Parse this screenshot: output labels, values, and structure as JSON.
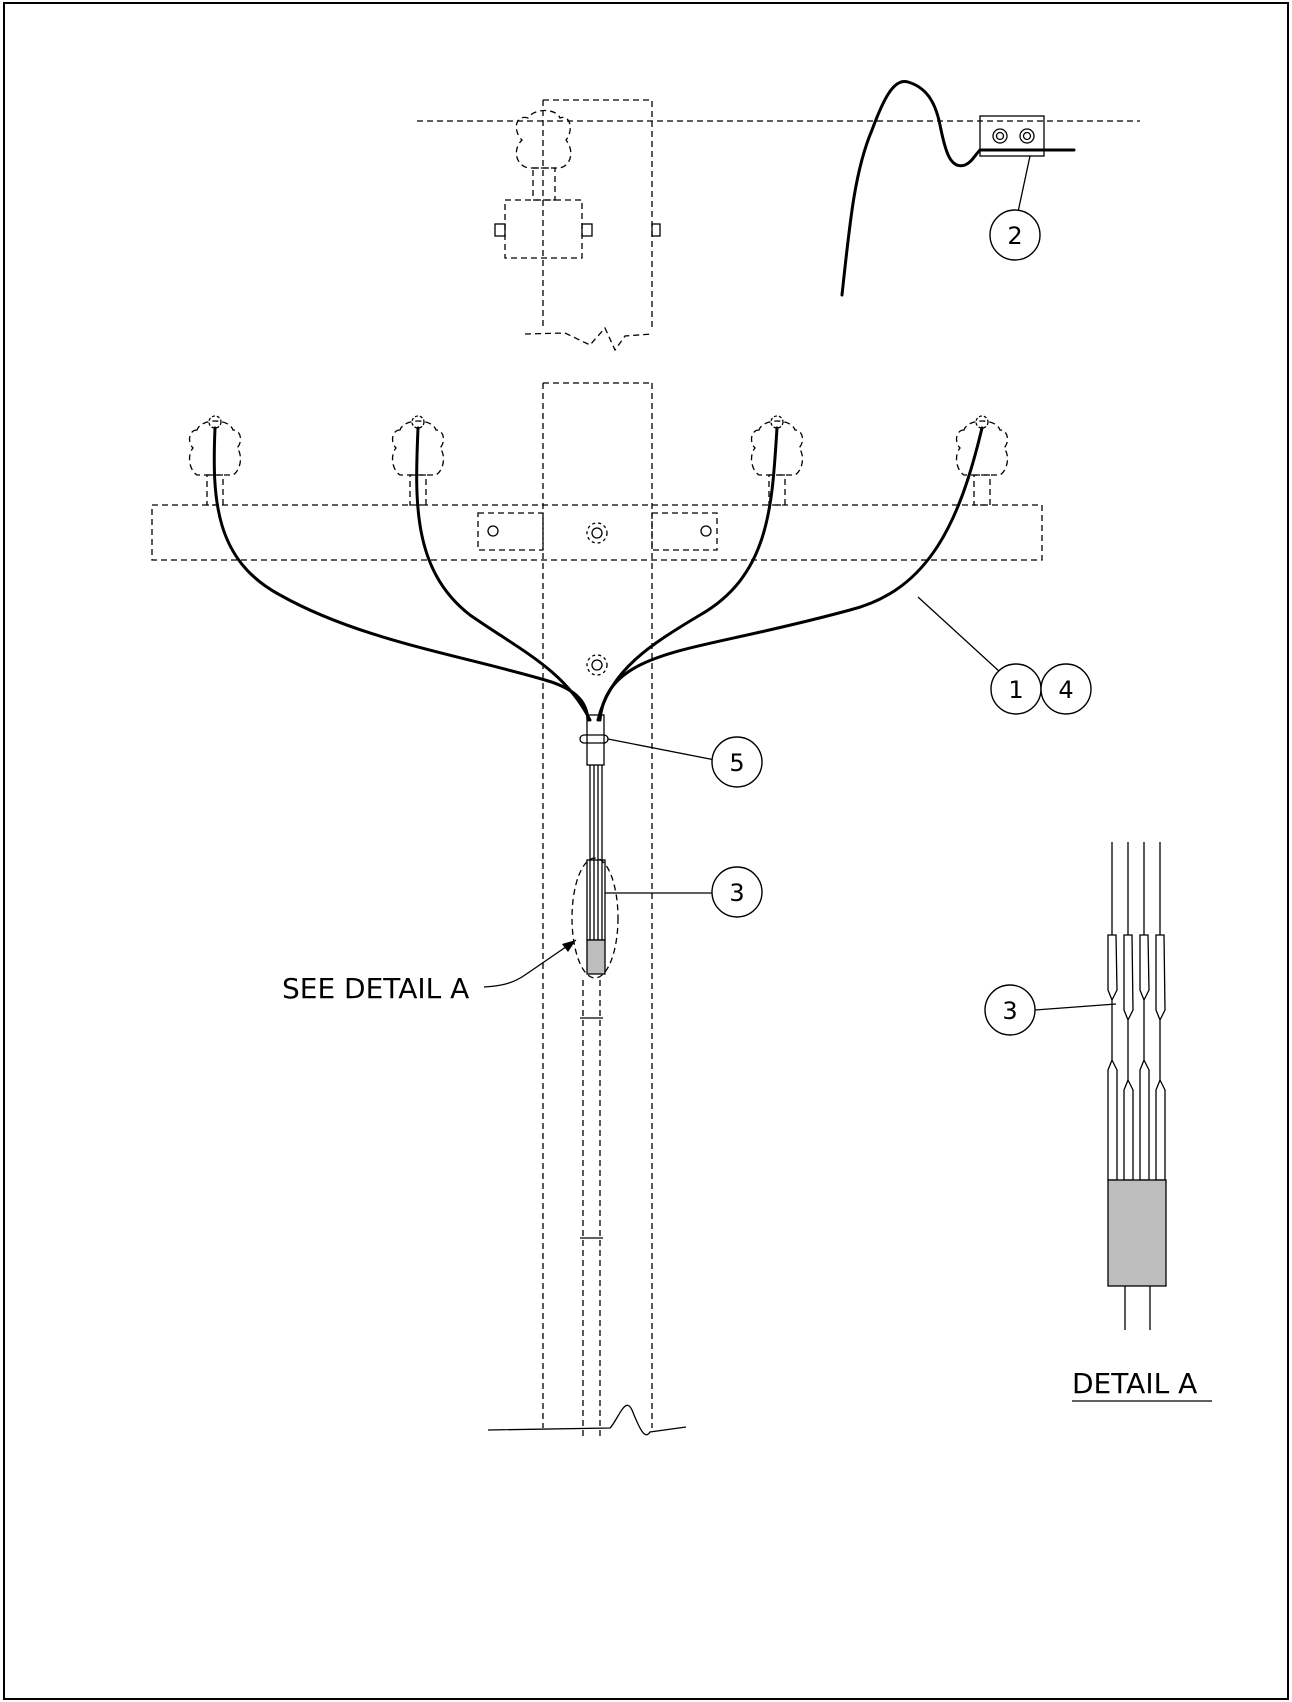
{
  "callouts": {
    "c1": "1",
    "c2": "2",
    "c3_main": "3",
    "c3_detail": "3",
    "c4": "4",
    "c5": "5"
  },
  "labels": {
    "see_detail": "SEE DETAIL A",
    "detail_title": "DETAIL A"
  }
}
